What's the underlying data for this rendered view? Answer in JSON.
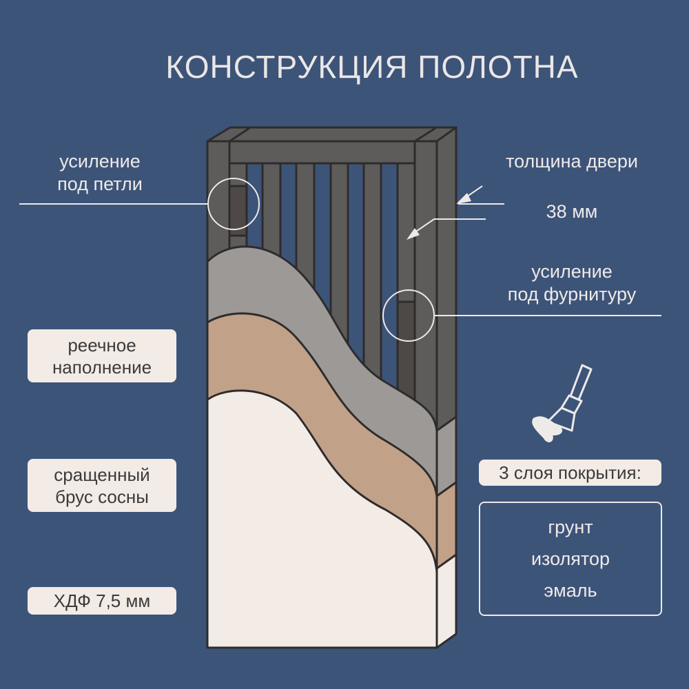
{
  "title": "КОНСТРУКЦИЯ ПОЛОТНА",
  "labels": {
    "hinge_reinforcement": [
      "усиление",
      "под петли"
    ],
    "door_thickness": "толщина двери",
    "thickness_value": "38 мм",
    "hardware_reinforcement": [
      "усиление",
      "под фурнитуру"
    ],
    "slat_filling": [
      "реечное",
      "наполнение"
    ],
    "pine_beam": [
      "сращенный",
      "брус сосны"
    ],
    "hdf": "ХДФ 7,5 мм",
    "coating_title": "3 слоя покрытия:",
    "coatings": [
      "грунт",
      "изолятор",
      "эмаль"
    ]
  },
  "colors": {
    "background": "#3d5479",
    "frame": "#5e5c5a",
    "primer_layer": "#9c9996",
    "insulator_layer": "#c2a189",
    "enamel_layer": "#f2ebe6"
  }
}
